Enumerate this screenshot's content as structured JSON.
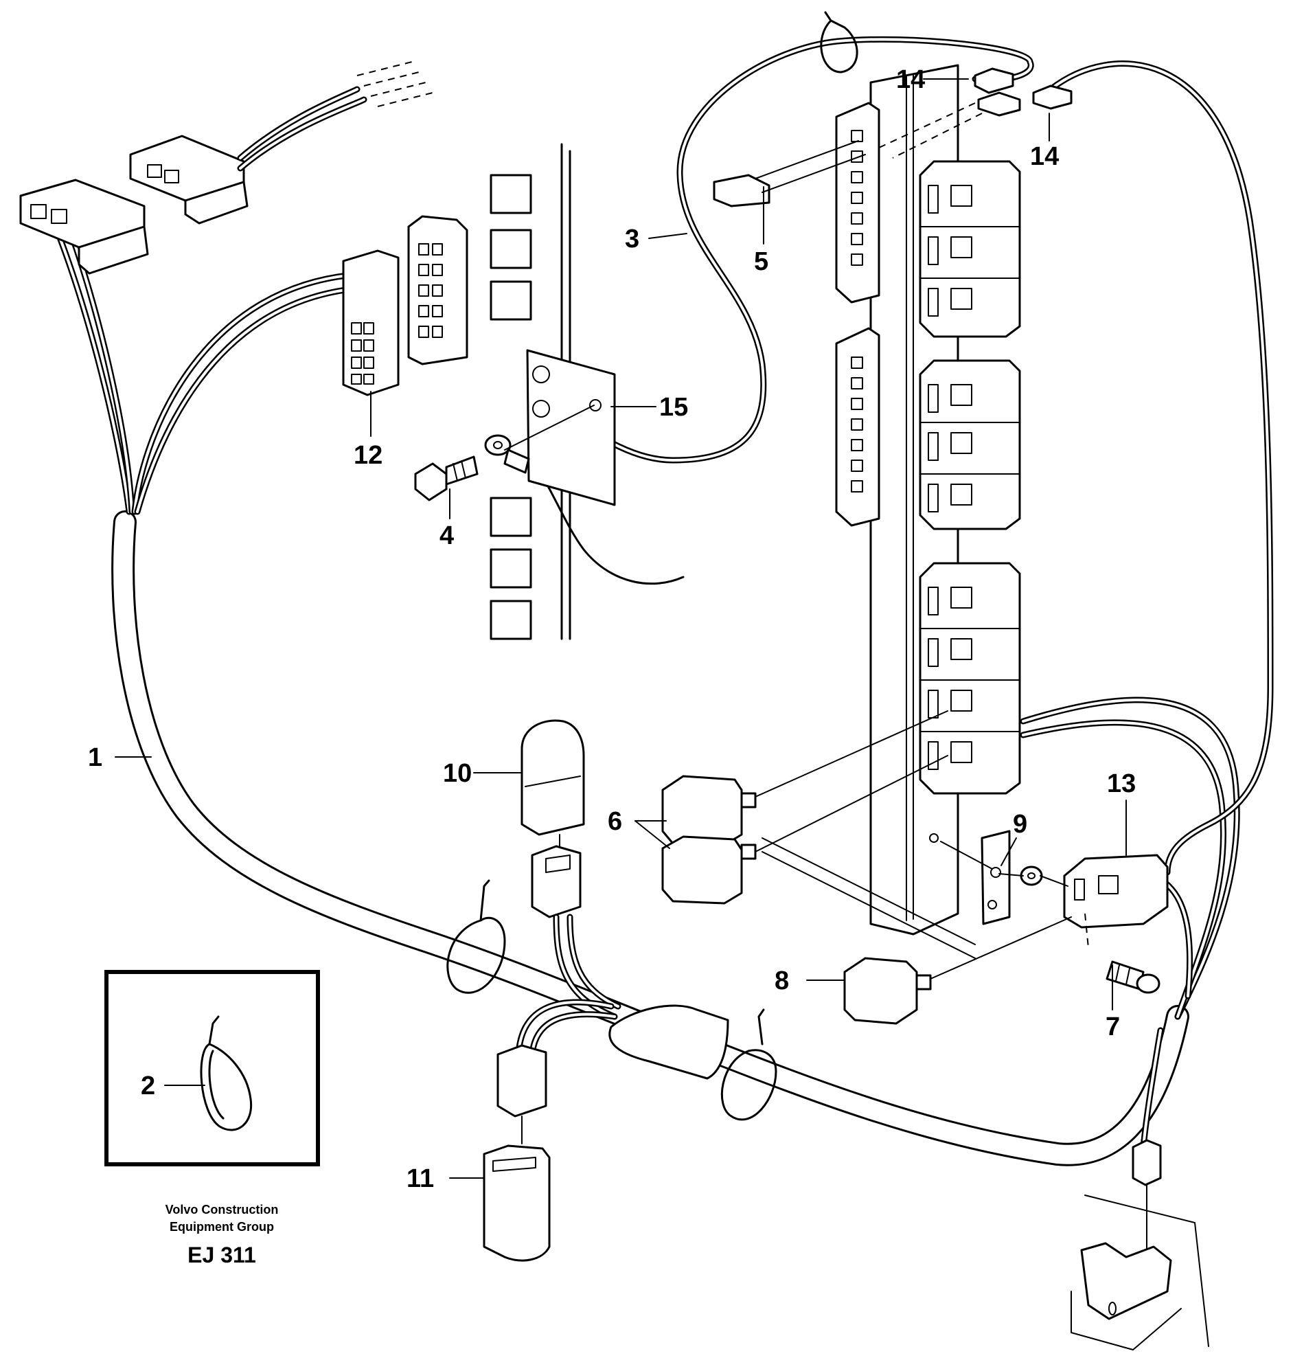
{
  "callouts": {
    "c1": "1",
    "c2": "2",
    "c3": "3",
    "c4": "4",
    "c5": "5",
    "c6": "6",
    "c7": "7",
    "c8": "8",
    "c9": "9",
    "c10": "10",
    "c11": "11",
    "c12": "12",
    "c13": "13",
    "c14a": "14",
    "c14b": "14",
    "c15": "15"
  },
  "caption": {
    "line1": "Volvo Construction",
    "line2": "Equipment Group",
    "code": "EJ 311"
  }
}
